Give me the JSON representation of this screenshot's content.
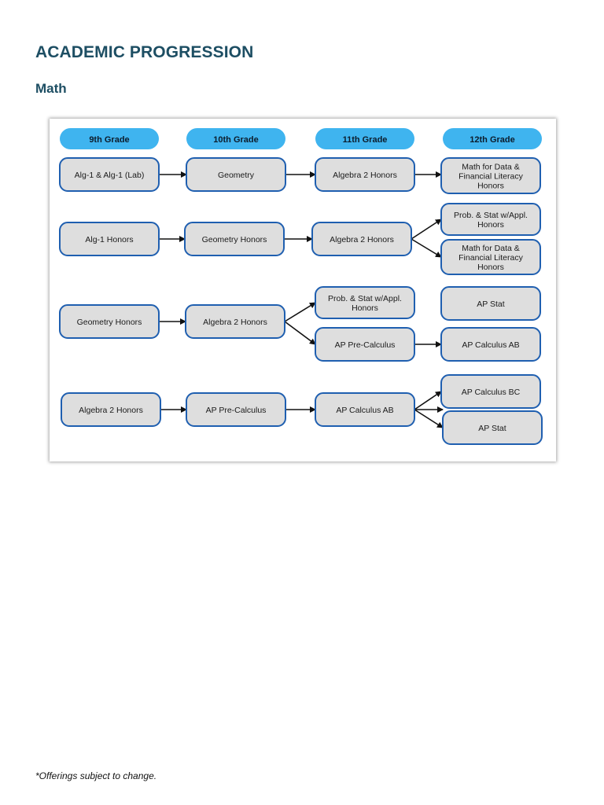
{
  "header": {
    "title": "ACADEMIC PROGRESSION",
    "subtitle": "Math"
  },
  "colors": {
    "heading": "#1d4e63",
    "grade_pill": "#3fb4ef",
    "course_fill": "#dedede",
    "course_border": "#1f5fb0"
  },
  "grades": [
    "9th Grade",
    "10th Grade",
    "11th Grade",
    "12th Grade"
  ],
  "courses": {
    "alg1_lab": [
      "Alg-1 & Alg-1 (Lab)"
    ],
    "geometry": [
      "Geometry"
    ],
    "alg2h_r1": [
      "Algebra 2 Honors"
    ],
    "mdfl_r1": [
      "Math for Data &",
      "Financial Literacy",
      "Honors"
    ],
    "alg1h": [
      "Alg-1 Honors"
    ],
    "geoh_r2": [
      "Geometry Honors"
    ],
    "alg2h_r2": [
      "Algebra 2 Honors"
    ],
    "prob_r2": [
      "Prob. & Stat w/Appl.",
      "Honors"
    ],
    "mdfl_r2": [
      "Math for Data &",
      "Financial Literacy",
      "Honors"
    ],
    "geoh_r3": [
      "Geometry Honors"
    ],
    "alg2h_r3": [
      "Algebra 2 Honors"
    ],
    "prob_r3": [
      "Prob. & Stat w/Appl.",
      "Honors"
    ],
    "precalc_r3": [
      "AP Pre-Calculus"
    ],
    "apstat_r3": [
      "AP Stat"
    ],
    "apcalcab_r3": [
      "AP Calculus AB"
    ],
    "alg2h_r4": [
      "Algebra 2 Honors"
    ],
    "precalc_r4": [
      "AP Pre-Calculus"
    ],
    "apcalcab_r4": [
      "AP Calculus AB"
    ],
    "apcalcbc_r4": [
      "AP Calculus BC"
    ],
    "apstat_r4": [
      "AP Stat"
    ]
  },
  "footnote": "*Offerings subject to change."
}
